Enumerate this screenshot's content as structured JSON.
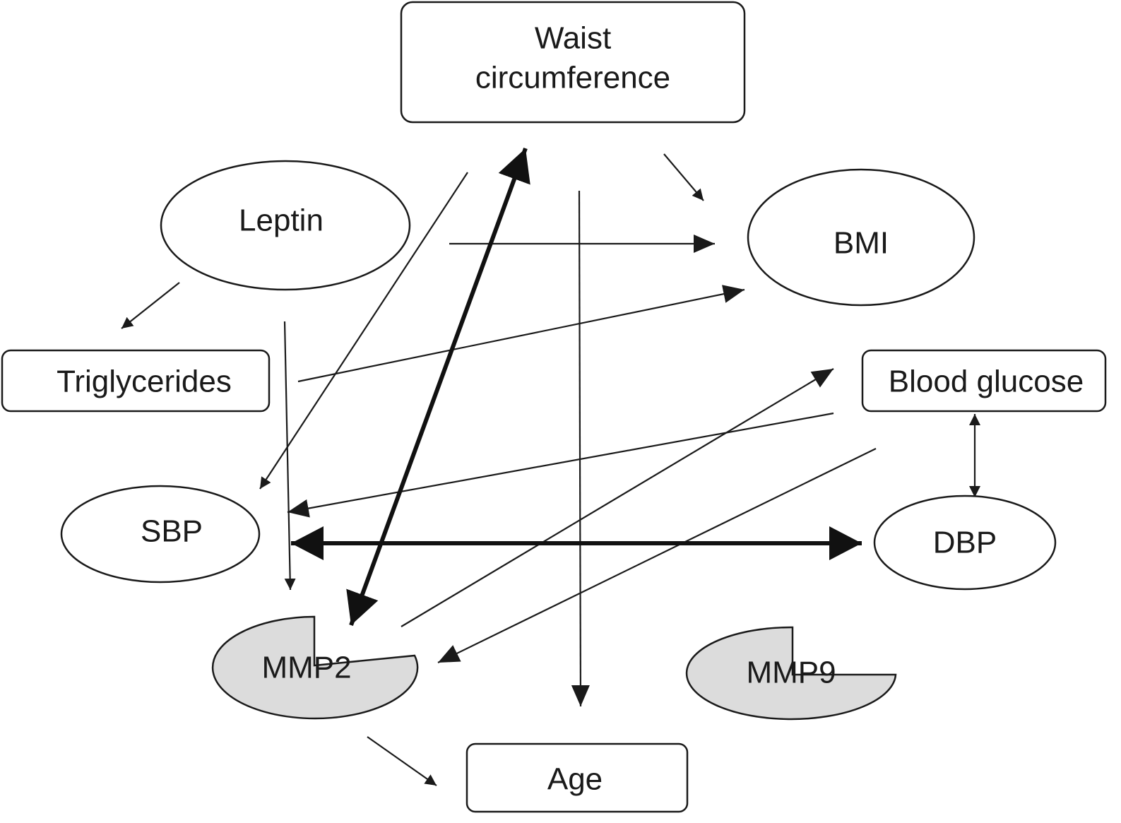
{
  "nodes": {
    "waist": {
      "line1": "Waist",
      "line2": "circumference"
    },
    "leptin": "Leptin",
    "bmi": "BMI",
    "triglycerides": "Triglycerides",
    "blood_glucose": "Blood glucose",
    "sbp": "SBP",
    "dbp": "DBP",
    "mmp2": "MMP2",
    "mmp9": "MMP9",
    "age": "Age"
  },
  "edges": [
    {
      "from": "Waist circumference",
      "to": "BMI",
      "weight": "thin",
      "direction": "one-way"
    },
    {
      "from": "Waist circumference",
      "to": "SBP",
      "weight": "thin",
      "direction": "one-way"
    },
    {
      "from": "Waist circumference",
      "to": "Age",
      "weight": "thin",
      "direction": "one-way"
    },
    {
      "from": "Waist circumference",
      "to": "MMP2",
      "weight": "thick",
      "direction": "two-way"
    },
    {
      "from": "Leptin",
      "to": "BMI",
      "weight": "thin",
      "direction": "one-way"
    },
    {
      "from": "Leptin",
      "to": "Triglycerides",
      "weight": "thin",
      "direction": "one-way"
    },
    {
      "from": "Leptin",
      "to": "MMP2",
      "weight": "thin",
      "direction": "one-way"
    },
    {
      "from": "Triglycerides",
      "to": "BMI",
      "weight": "thin",
      "direction": "one-way"
    },
    {
      "from": "Blood glucose",
      "to": "SBP",
      "weight": "thin",
      "direction": "one-way"
    },
    {
      "from": "Blood glucose",
      "to": "DBP",
      "weight": "thin",
      "direction": "two-way"
    },
    {
      "from": "SBP",
      "to": "DBP",
      "weight": "thick",
      "direction": "two-way"
    },
    {
      "from": "MMP2",
      "to": "Blood glucose",
      "weight": "thin",
      "direction": "one-way"
    },
    {
      "from": "Blood glucose",
      "to": "MMP2",
      "weight": "thin",
      "direction": "one-way"
    },
    {
      "from": "MMP2",
      "to": "Age",
      "weight": "thin",
      "direction": "one-way"
    }
  ],
  "colors": {
    "stroke": "#1a1a1a",
    "mmp_fill": "#dcdcdc",
    "background": "#ffffff"
  }
}
